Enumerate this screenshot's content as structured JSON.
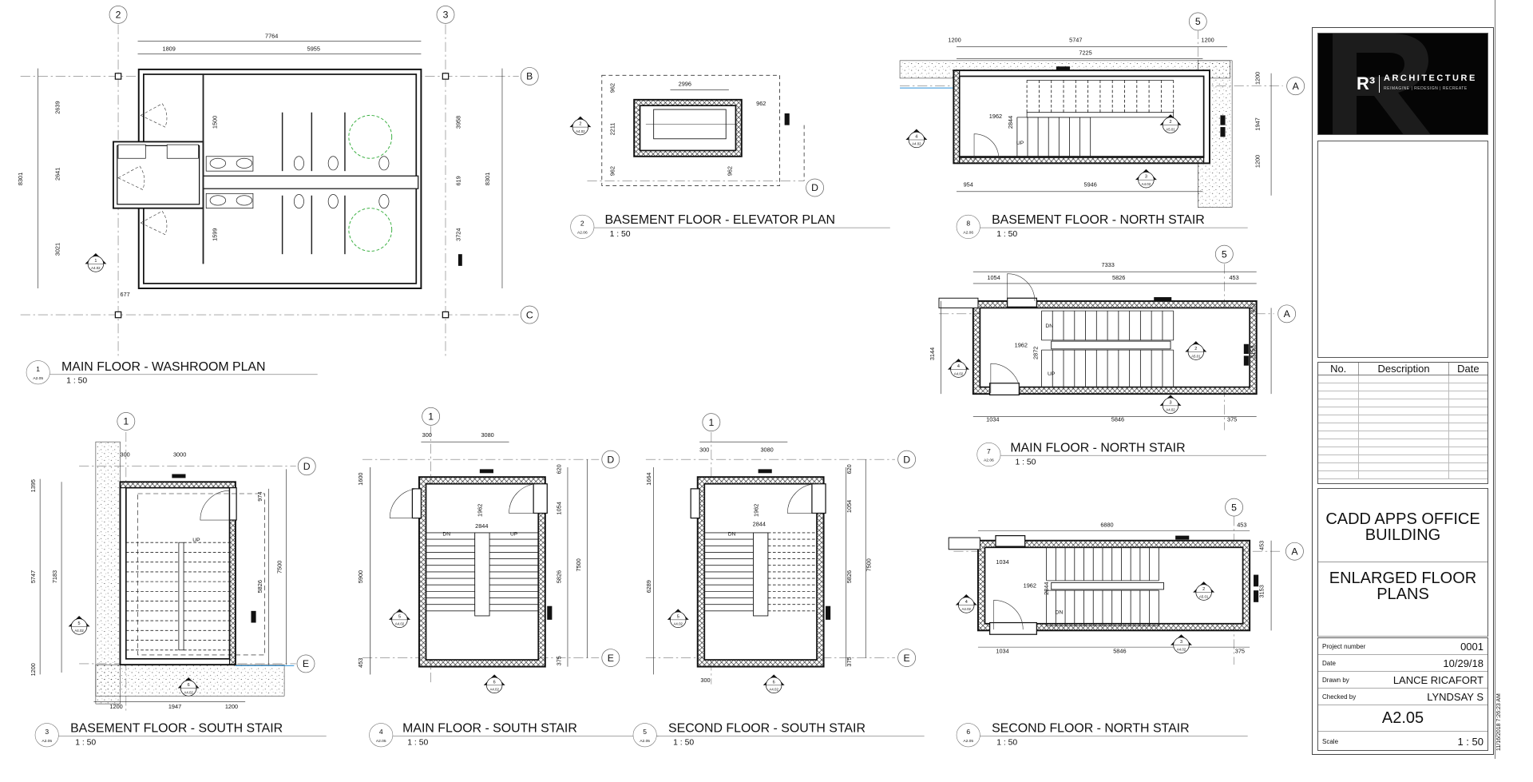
{
  "views": [
    {
      "number": "1",
      "sheet_ref": "A2.05",
      "title": "MAIN FLOOR - WASHROOM PLAN",
      "scale": "1 : 50",
      "grids": [
        "2",
        "3",
        "B",
        "C"
      ],
      "dims": [
        "7764",
        "1809",
        "5955",
        "8301",
        "2639",
        "2641",
        "3021",
        "1500",
        "1599",
        "3958",
        "619",
        "3724",
        "8301",
        "677"
      ],
      "markers": [
        {
          "n": "1",
          "s": "A4.02"
        }
      ],
      "labels": []
    },
    {
      "number": "2",
      "sheet_ref": "A2.06",
      "title": "BASEMENT FLOOR - ELEVATOR PLAN",
      "scale": "1 : 50",
      "grids": [
        "D"
      ],
      "dims": [
        "2996",
        "962",
        "2211",
        "962",
        "962",
        "962"
      ],
      "markers": [
        {
          "n": "2",
          "s": "A4.02"
        }
      ],
      "labels": []
    },
    {
      "number": "8",
      "sheet_ref": "A2.06",
      "title": "BASEMENT FLOOR - NORTH STAIR",
      "scale": "1 : 50",
      "grids": [
        "5",
        "A"
      ],
      "dims": [
        "1200",
        "5747",
        "1200",
        "7225",
        "1962",
        "2844",
        "954",
        "5946",
        "1200",
        "1947",
        "1200"
      ],
      "markers": [
        {
          "n": "4",
          "s": "A4.02"
        },
        {
          "n": "2",
          "s": "A5.01"
        },
        {
          "n": "3",
          "s": "A4.02"
        }
      ],
      "labels": [
        "UP"
      ]
    },
    {
      "number": "7",
      "sheet_ref": "A2.06",
      "title": "MAIN FLOOR - NORTH STAIR",
      "scale": "1 : 50",
      "grids": [
        "5",
        "A"
      ],
      "dims": [
        "7333",
        "1054",
        "5826",
        "453",
        "3144",
        "1962",
        "2872",
        "3153",
        "453",
        "1034",
        "5846",
        "375"
      ],
      "markers": [
        {
          "n": "4",
          "s": "A4.02"
        },
        {
          "n": "2",
          "s": "A5.01"
        },
        {
          "n": "3",
          "s": "A4.02"
        }
      ],
      "labels": [
        "DN",
        "UP"
      ]
    },
    {
      "number": "6",
      "sheet_ref": "A2.05",
      "title": "SECOND FLOOR - NORTH STAIR",
      "scale": "1 : 50",
      "grids": [
        "5",
        "A"
      ],
      "dims": [
        "6880",
        "453",
        "453",
        "3153",
        "1034",
        "1962",
        "2844",
        "1034",
        "5846",
        "375"
      ],
      "markers": [
        {
          "n": "4",
          "s": "A4.02"
        },
        {
          "n": "2",
          "s": "A5.01"
        },
        {
          "n": "3",
          "s": "A4.02"
        }
      ],
      "labels": [
        "DN"
      ]
    },
    {
      "number": "3",
      "sheet_ref": "A2.05",
      "title": "BASEMENT FLOOR - SOUTH STAIR",
      "scale": "1 : 50",
      "grids": [
        "1",
        "D",
        "E"
      ],
      "dims": [
        "300",
        "3000",
        "1395",
        "974",
        "5747",
        "7183",
        "5826",
        "7500",
        "1200",
        "1200",
        "1947",
        "1200"
      ],
      "markers": [
        {
          "n": "5",
          "s": "A4.02"
        },
        {
          "n": "6",
          "s": "A4.02"
        }
      ],
      "labels": [
        "UP"
      ]
    },
    {
      "number": "4",
      "sheet_ref": "A2.05",
      "title": "MAIN FLOOR - SOUTH STAIR",
      "scale": "1 : 50",
      "grids": [
        "1",
        "D",
        "E"
      ],
      "dims": [
        "300",
        "3080",
        "1600",
        "5900",
        "453",
        "620",
        "1054",
        "1962",
        "2844",
        "7500",
        "5826",
        "375"
      ],
      "markers": [
        {
          "n": "5",
          "s": "A4.02"
        },
        {
          "n": "6",
          "s": "A4.02"
        }
      ],
      "labels": [
        "DN",
        "UP"
      ]
    },
    {
      "number": "5",
      "sheet_ref": "A2.05",
      "title": "SECOND FLOOR - SOUTH STAIR",
      "scale": "1 : 50",
      "grids": [
        "1",
        "D",
        "E"
      ],
      "dims": [
        "300",
        "3080",
        "1664",
        "6289",
        "620",
        "1054",
        "1962",
        "2844",
        "7500",
        "5826",
        "375",
        "300"
      ],
      "markers": [
        {
          "n": "5",
          "s": "A4.02"
        },
        {
          "n": "6",
          "s": "A4.02"
        }
      ],
      "labels": [
        "DN"
      ]
    }
  ],
  "title_block": {
    "logo": {
      "mark": "R³",
      "name": "ARCHITECTURE",
      "tagline": "REIMAGINE | REDESIGN | RECREATE"
    },
    "revision_headers": [
      "No.",
      "Description",
      "Date"
    ],
    "project_name": "CADD APPS OFFICE BUILDING",
    "sheet_name": "ENLARGED FLOOR PLANS",
    "project_number_label": "Project number",
    "project_number": "0001",
    "date_label": "Date",
    "date": "10/29/18",
    "drawn_by_label": "Drawn by",
    "drawn_by": "LANCE RICAFORT",
    "checked_by_label": "Checked by",
    "checked_by": "LYNDSAY S",
    "sheet_number": "A2.05",
    "scale_label": "Scale",
    "scale": "1 : 50",
    "print_stamp": "11/16/2018 7:26:23 AM"
  },
  "colors": {
    "line": "#111111",
    "fixture_clearance": "#3cb043",
    "water_line": "#2a8fd6"
  }
}
